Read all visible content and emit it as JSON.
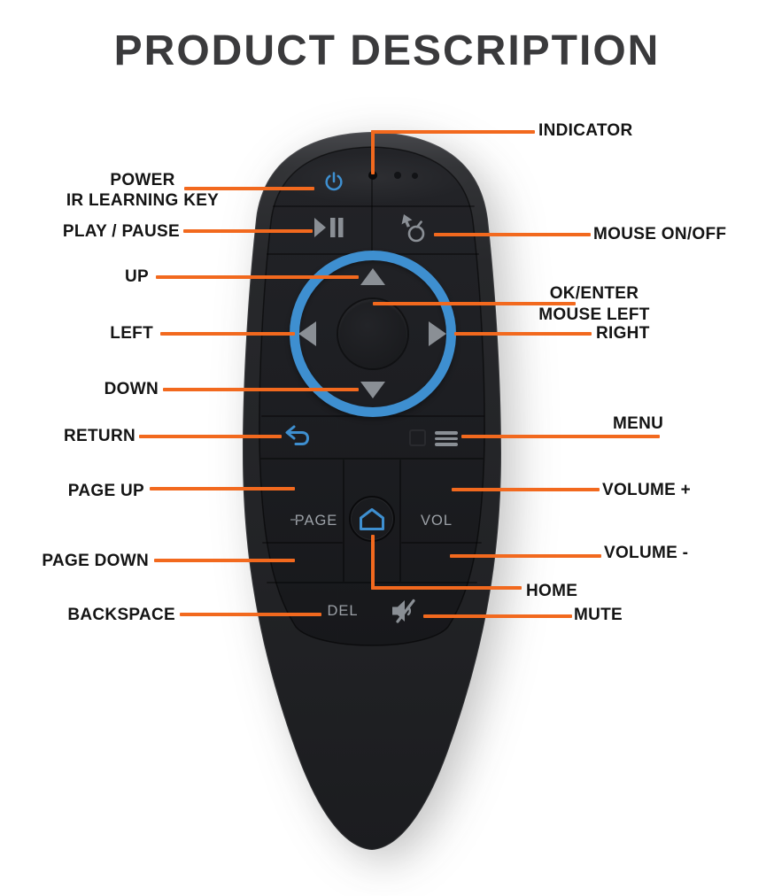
{
  "title": "PRODUCT DESCRIPTION",
  "colors": {
    "callout": "#F2691E",
    "accent_blue": "#3E8FD0",
    "icon_gray": "#8A8F95",
    "title_text": "#3A3A3C",
    "label_text": "#141414"
  },
  "remote": {
    "page_label": "PAGE",
    "vol_label": "VOL",
    "del_label": "DEL",
    "icons": [
      "power-icon",
      "indicator-led",
      "play-pause-icon",
      "mouse-toggle-icon",
      "up-arrow-icon",
      "down-arrow-icon",
      "left-arrow-icon",
      "right-arrow-icon",
      "ok-button",
      "return-icon",
      "menu-icon",
      "home-icon",
      "mute-icon"
    ]
  },
  "callouts": {
    "power_line1": "POWER",
    "power_line2": "IR LEARNING KEY",
    "play_pause": "PLAY / PAUSE",
    "up": "UP",
    "left": "LEFT",
    "down": "DOWN",
    "return": "RETURN",
    "page_up": "PAGE UP",
    "page_down": "PAGE DOWN",
    "backspace": "BACKSPACE",
    "indicator": "INDICATOR",
    "mouse_on_off": "MOUSE ON/OFF",
    "ok_enter": "OK/ENTER",
    "mouse_left": "MOUSE LEFT",
    "right": "RIGHT",
    "menu": "MENU",
    "volume_up": "VOLUME +",
    "volume_down": "VOLUME -",
    "home": "HOME",
    "mute": "MUTE"
  }
}
